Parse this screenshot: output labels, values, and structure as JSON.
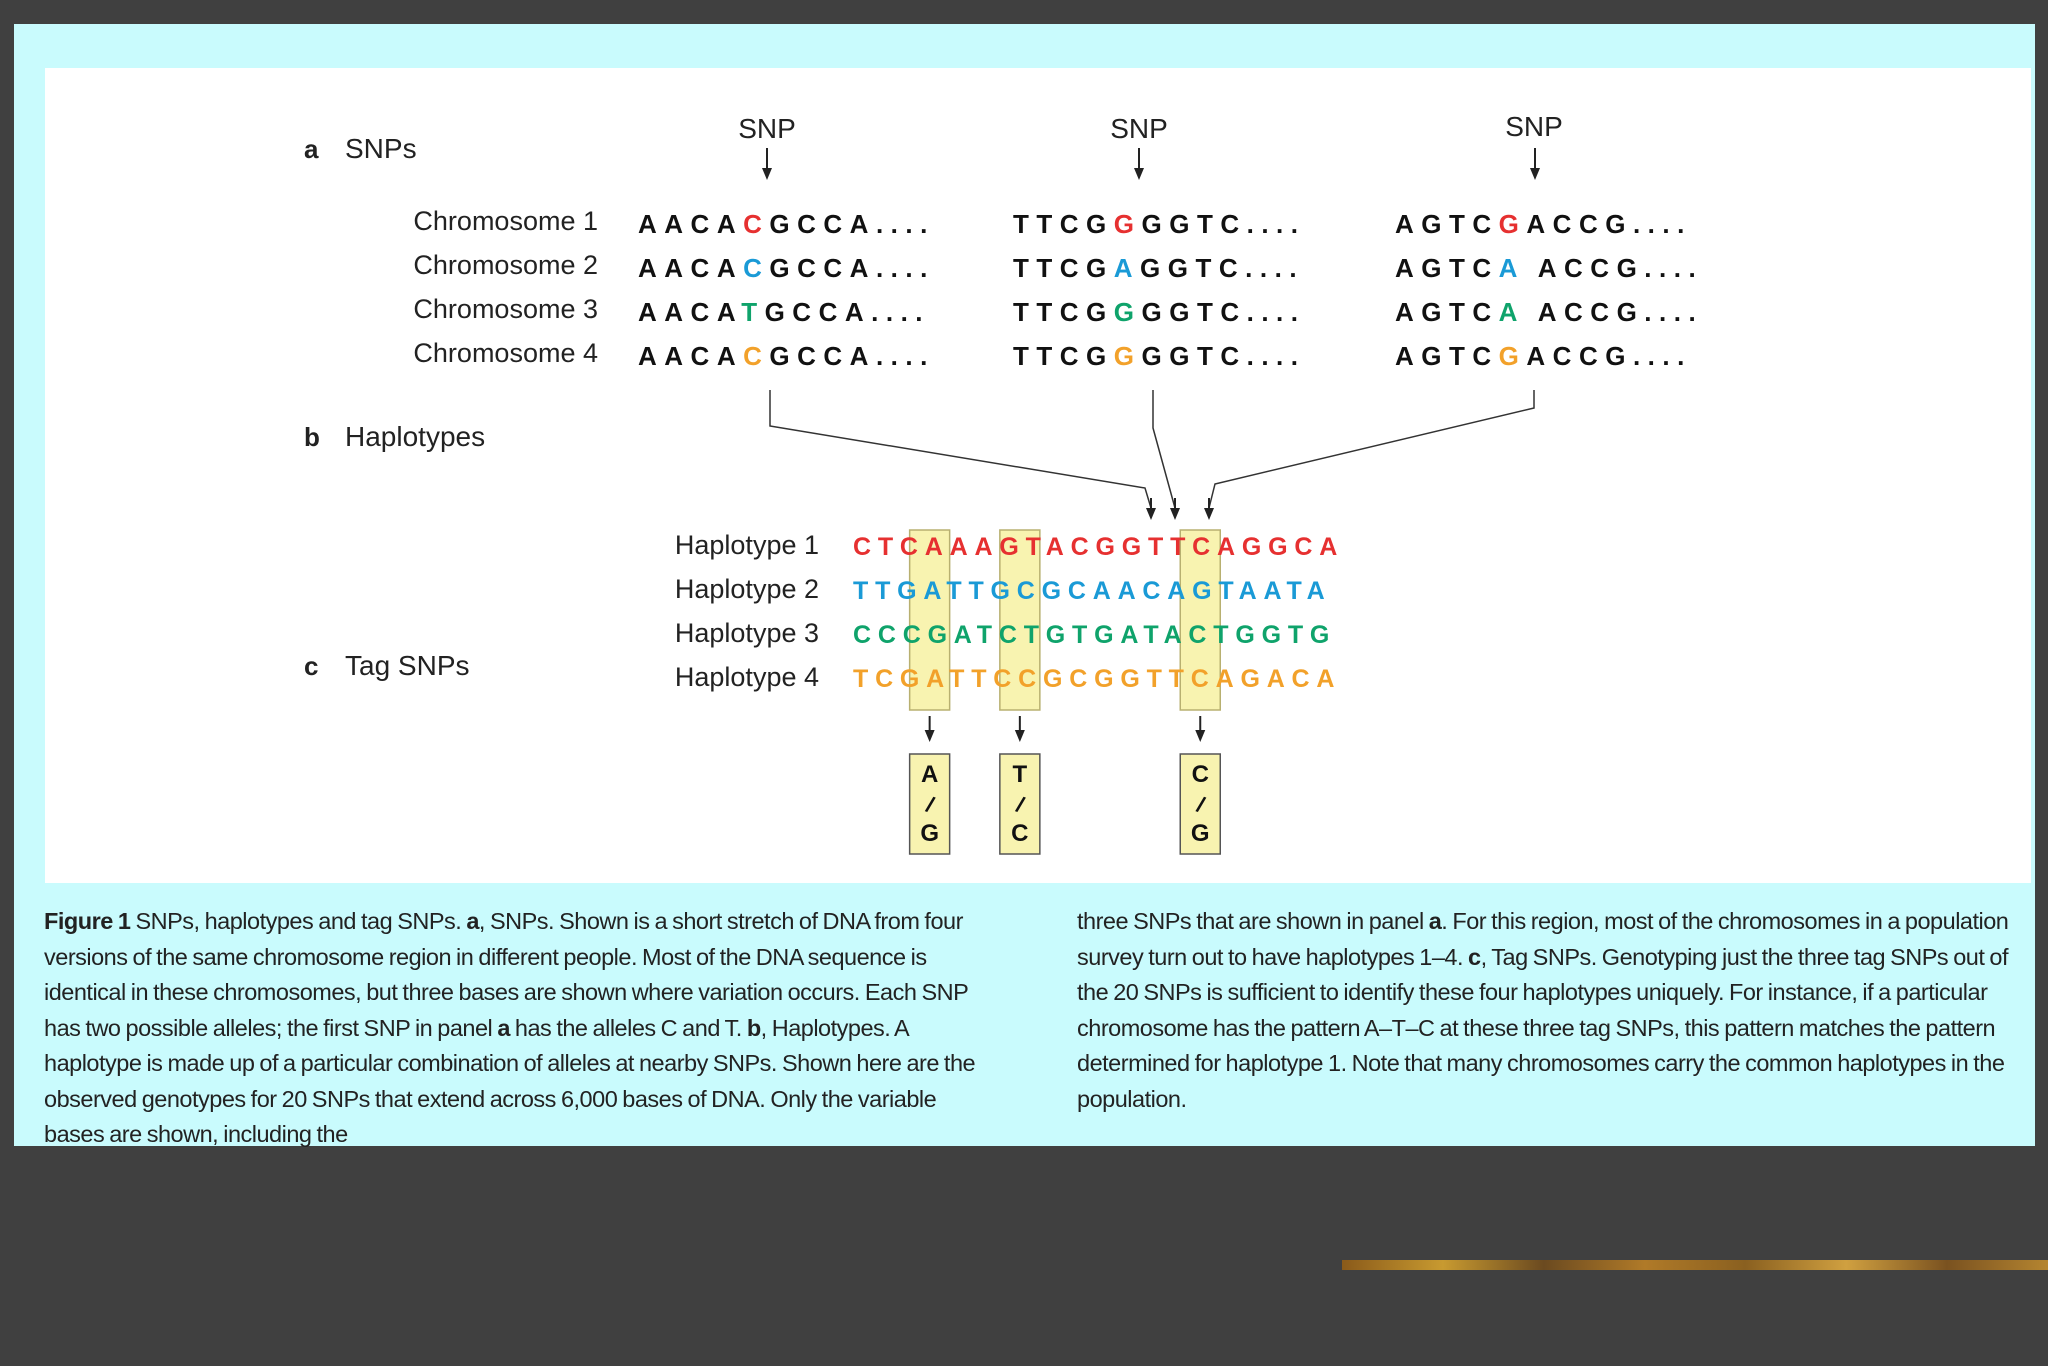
{
  "panels": {
    "a": {
      "letter": "a",
      "title": "SNPs"
    },
    "b": {
      "letter": "b",
      "title": "Haplotypes"
    },
    "c": {
      "letter": "c",
      "title": "Tag SNPs"
    }
  },
  "snp_markers": [
    "SNP",
    "SNP",
    "SNP"
  ],
  "chromosomes": [
    {
      "label": "Chromosome 1",
      "segments": [
        [
          [
            "AACA",
            "#111111"
          ],
          [
            "C",
            "#e63030"
          ],
          [
            "GCCA....",
            "#111111"
          ]
        ],
        [
          [
            "TTCG",
            "#111111"
          ],
          [
            "G",
            "#e63030"
          ],
          [
            "GGTC....",
            "#111111"
          ]
        ],
        [
          [
            "AGTC",
            "#111111"
          ],
          [
            "G",
            "#e63030"
          ],
          [
            "ACCG....",
            "#111111"
          ]
        ]
      ]
    },
    {
      "label": "Chromosome 2",
      "segments": [
        [
          [
            "AACA",
            "#111111"
          ],
          [
            "C",
            "#1a9ad6"
          ],
          [
            "GCCA....",
            "#111111"
          ]
        ],
        [
          [
            "TTCG",
            "#111111"
          ],
          [
            "A",
            "#1a9ad6"
          ],
          [
            "GGTC....",
            "#111111"
          ]
        ],
        [
          [
            "AGTC",
            "#111111"
          ],
          [
            "A",
            "#1a9ad6"
          ],
          [
            " ACCG....",
            "#111111"
          ]
        ]
      ]
    },
    {
      "label": "Chromosome 3",
      "segments": [
        [
          [
            "AACA",
            "#111111"
          ],
          [
            "T",
            "#0fa36b"
          ],
          [
            "GCCA....",
            "#111111"
          ]
        ],
        [
          [
            "TTCG",
            "#111111"
          ],
          [
            "G",
            "#0fa36b"
          ],
          [
            "GGTC....",
            "#111111"
          ]
        ],
        [
          [
            "AGTC",
            "#111111"
          ],
          [
            "A",
            "#0fa36b"
          ],
          [
            " ACCG....",
            "#111111"
          ]
        ]
      ]
    },
    {
      "label": "Chromosome 4",
      "segments": [
        [
          [
            "AACA",
            "#111111"
          ],
          [
            "C",
            "#f2a12a"
          ],
          [
            "GCCA....",
            "#111111"
          ]
        ],
        [
          [
            "TTCG",
            "#111111"
          ],
          [
            "G",
            "#f2a12a"
          ],
          [
            "GGTC....",
            "#111111"
          ]
        ],
        [
          [
            "AGTC",
            "#111111"
          ],
          [
            "G",
            "#f2a12a"
          ],
          [
            "ACCG....",
            "#111111"
          ]
        ]
      ]
    }
  ],
  "haplotypes": [
    {
      "label": "Haplotype 1",
      "sequence": "CTCAAAGTACGGTTCAGGCA",
      "color": "#e63030"
    },
    {
      "label": "Haplotype 2",
      "sequence": "TTGATTGCGCAACAGTAATA",
      "color": "#1a9ad6"
    },
    {
      "label": "Haplotype 3",
      "sequence": "CCCGATCTGTGATACTGGTG",
      "color": "#0fa36b"
    },
    {
      "label": "Haplotype 4",
      "sequence": "TCGATTCCGCGGTTCAGACA",
      "color": "#f2a12a"
    }
  ],
  "tag_snp_columns": [
    3,
    7,
    15
  ],
  "tag_snps": [
    {
      "top": "A",
      "sep": "/",
      "bottom": "G"
    },
    {
      "top": "T",
      "sep": "/",
      "bottom": "C"
    },
    {
      "top": "C",
      "sep": "/",
      "bottom": "G"
    }
  ],
  "colors": {
    "frame_bg": "#c9fbfd",
    "panel_bg": "#ffffff",
    "highlight_fill": "#f8f3b0",
    "highlight_stroke": "#b8b070",
    "line": "#333333"
  },
  "caption": {
    "left": [
      {
        "b": "Figure 1"
      },
      " SNPs, haplotypes and tag SNPs. ",
      {
        "b": "a"
      },
      ", SNPs. Shown is a short stretch of DNA from four versions of the same chromosome region in different people. Most of the DNA sequence is identical in these chromosomes, but three bases are shown where variation occurs. Each SNP has two possible alleles; the first SNP in panel ",
      {
        "b": "a"
      },
      " has the alleles C and T. ",
      {
        "b": "b"
      },
      ", Haplotypes. A haplotype is made up of a particular combination of alleles at nearby SNPs. Shown here are the observed genotypes for 20 SNPs that extend across 6,000 bases of DNA. Only the variable bases are shown, including the"
    ],
    "right": [
      "three SNPs that are shown in panel ",
      {
        "b": "a"
      },
      ". For this region, most of the chromosomes in a population survey turn out to have haplotypes 1–4. ",
      {
        "b": "c"
      },
      ", Tag SNPs. Genotyping just the three tag SNPs out of the 20 SNPs is sufficient to identify these four haplotypes uniquely. For instance, if a particular chromosome has the pattern A–T–C at these three tag SNPs, this pattern matches the pattern determined for haplotype 1. Note that many chromosomes carry the common haplotypes in the population."
    ]
  }
}
